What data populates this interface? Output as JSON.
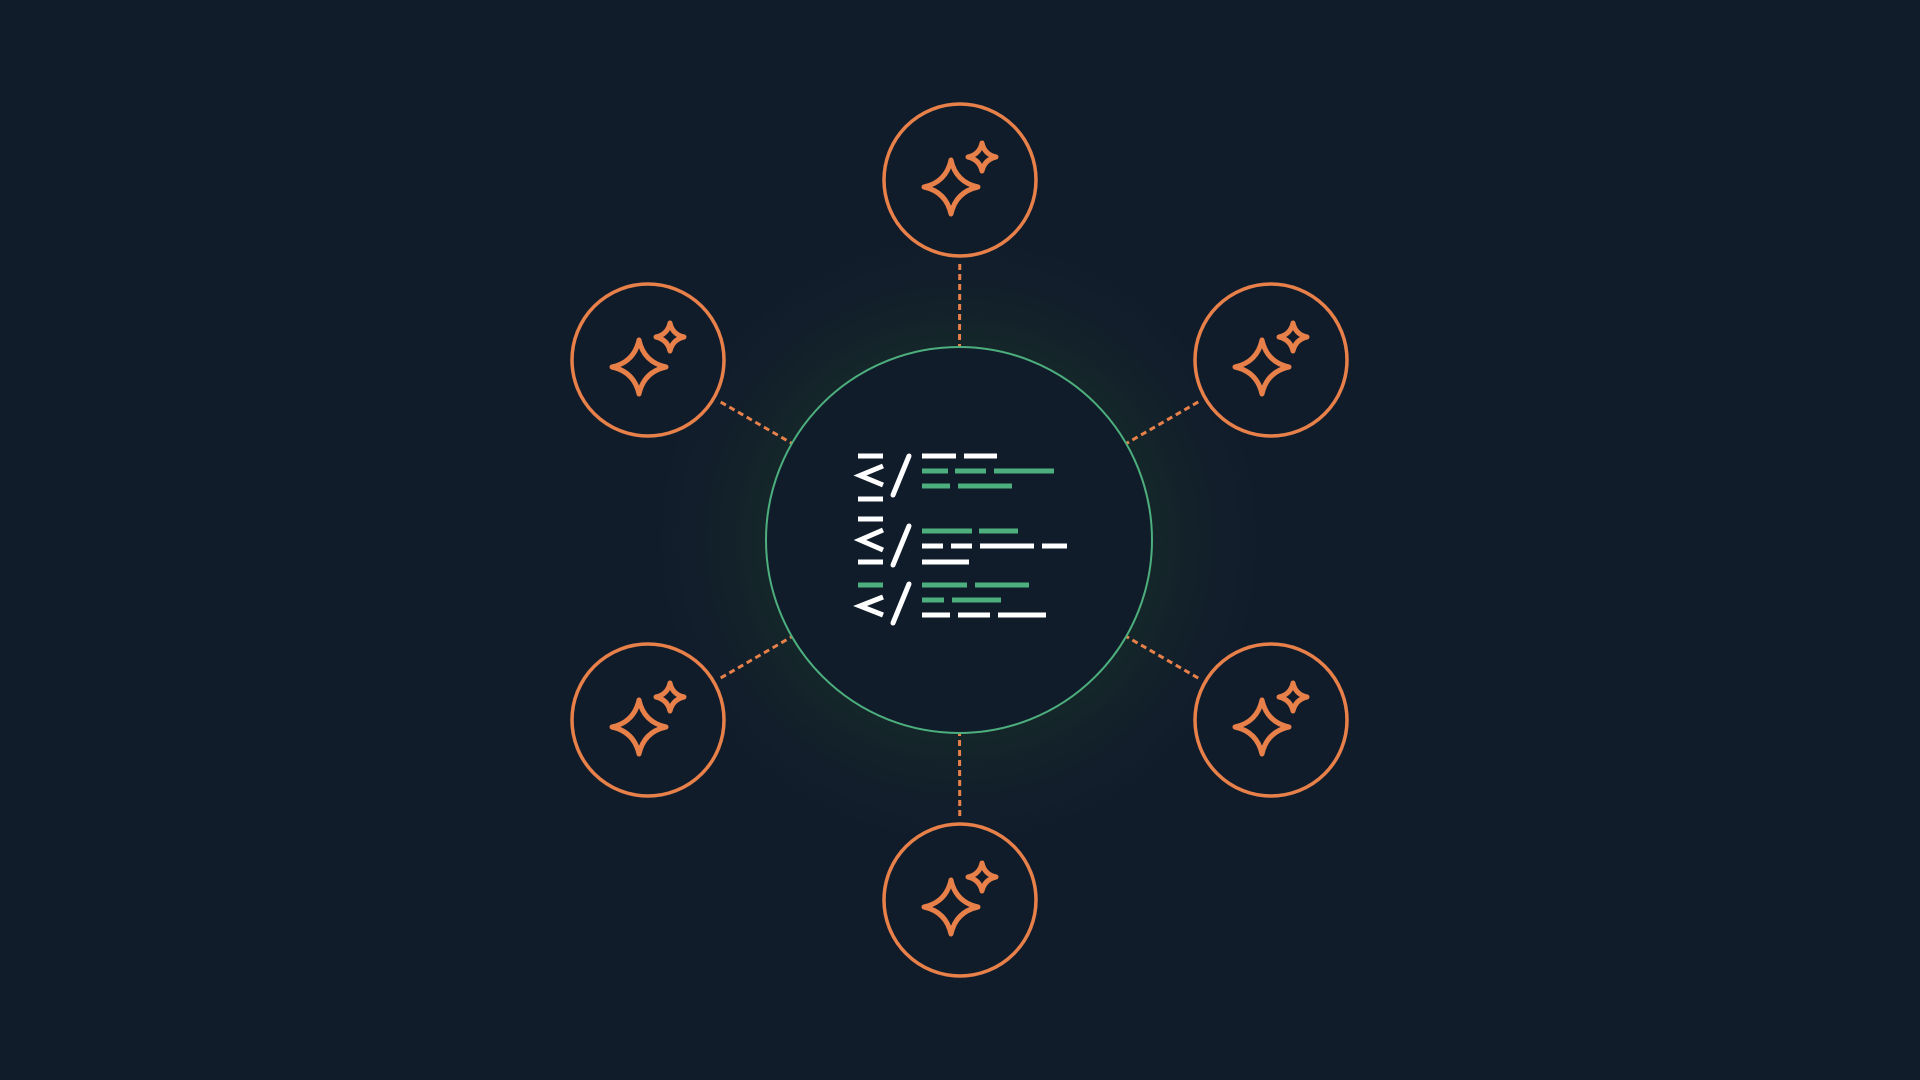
{
  "colors": {
    "background": "#111c2b",
    "hub_ring": "#4caf7d",
    "node_ring": "#e8804a",
    "code_white": "#ffffff",
    "code_green": "#4caf7d"
  },
  "hub": {
    "icon": "code-icon"
  },
  "nodes": [
    {
      "icon": "sparkle-icon",
      "position": "top"
    },
    {
      "icon": "sparkle-icon",
      "position": "top-right"
    },
    {
      "icon": "sparkle-icon",
      "position": "bottom-right"
    },
    {
      "icon": "sparkle-icon",
      "position": "bottom"
    },
    {
      "icon": "sparkle-icon",
      "position": "bottom-left"
    },
    {
      "icon": "sparkle-icon",
      "position": "top-left"
    }
  ]
}
